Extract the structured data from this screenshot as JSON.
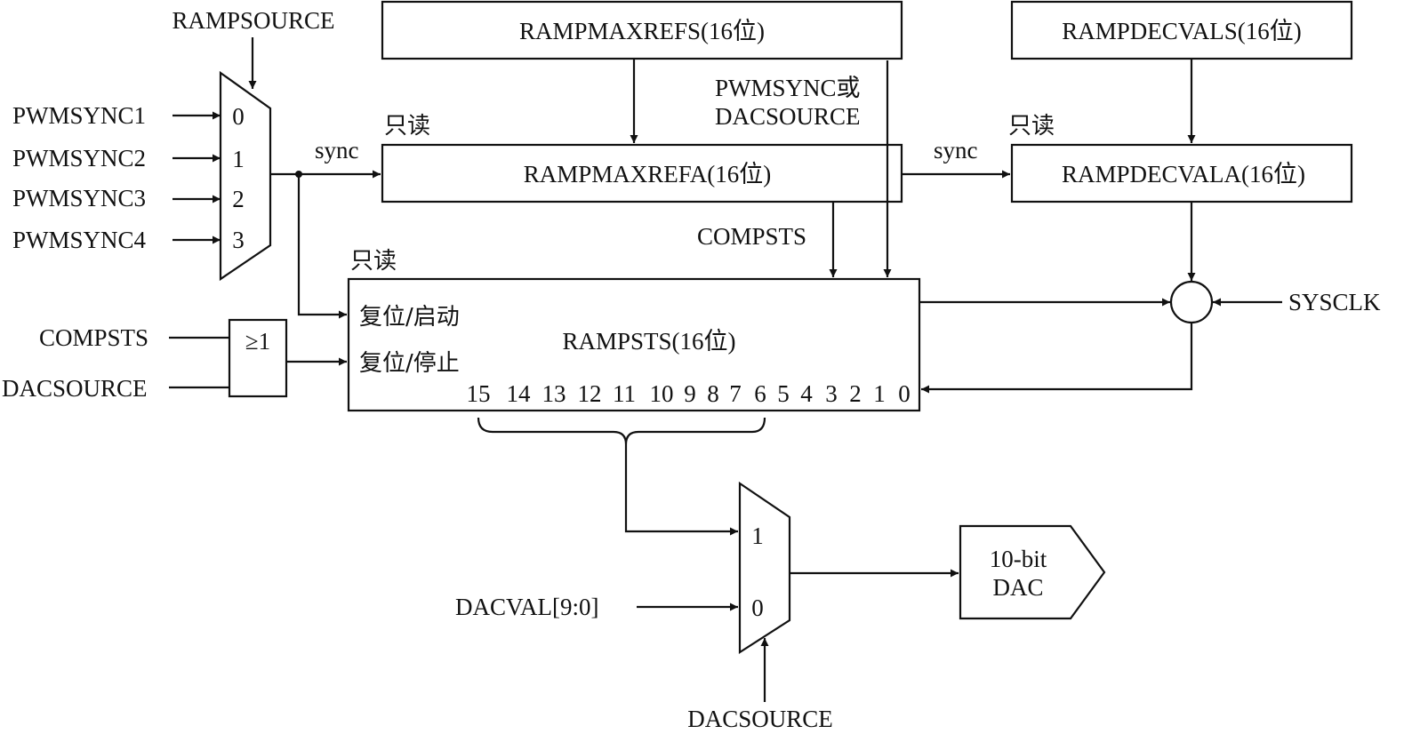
{
  "mux_input": {
    "select": "RAMPSOURCE",
    "inputs": [
      "PWMSYNC1",
      "PWMSYNC2",
      "PWMSYNC3",
      "PWMSYNC4"
    ],
    "indices": [
      "0",
      "1",
      "2",
      "3"
    ]
  },
  "sync_label": "sync",
  "read_only": "只读",
  "registers": {
    "rampmaxrefs": "RAMPMAXREFS(16位)",
    "rampdecvals": "RAMPDECVALS(16位)",
    "rampmaxrefa": "RAMPMAXREFA(16位)",
    "rampdecvala": "RAMPDECVALA(16位)",
    "rampsts": "RAMPSTS(16位)"
  },
  "load_source": {
    "line1": "PWMSYNC或",
    "line2": "DACSOURCE"
  },
  "compsts": "COMPSTS",
  "or_gate": {
    "symbol": "≥1",
    "inputs": [
      "COMPSTS",
      "DACSOURCE"
    ]
  },
  "rampsts_ports": {
    "reset_start": "复位/启动",
    "reset_stop": "复位/停止"
  },
  "bit_numbers": [
    "15",
    "14",
    "13",
    "12",
    "11",
    "10",
    "9",
    "8",
    "7",
    "6",
    "5",
    "4",
    "3",
    "2",
    "1",
    "0"
  ],
  "sysclk": "SYSCLK",
  "dac_mux": {
    "input_1": "1",
    "input_0": "0",
    "dacval": "DACVAL[9:0]",
    "select": "DACSOURCE"
  },
  "dac": {
    "line1": "10-bit",
    "line2": "DAC"
  }
}
